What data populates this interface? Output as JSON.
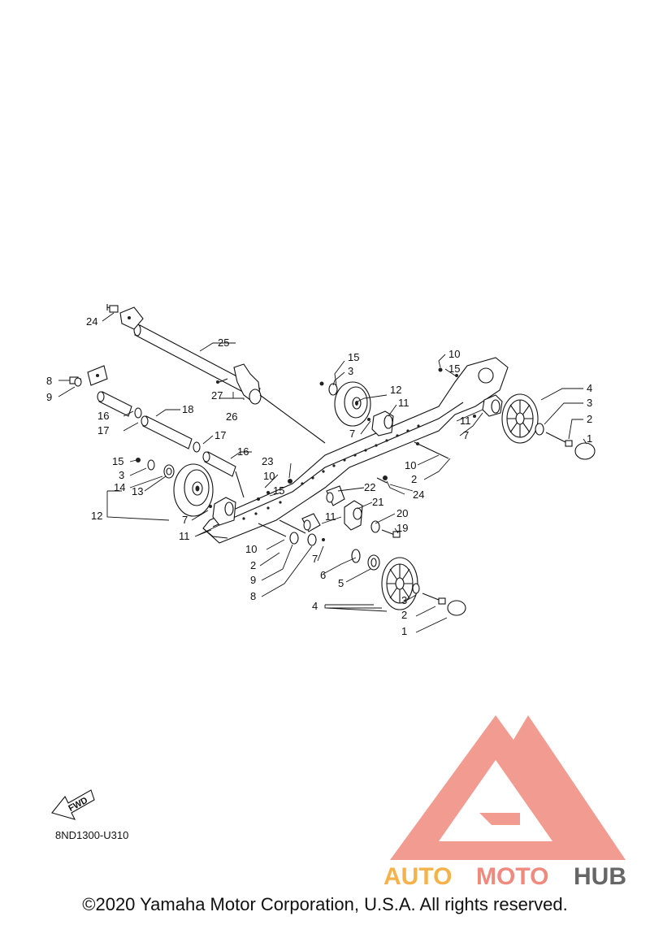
{
  "diagram": {
    "part_code": "8ND1300-U310",
    "fwd_label": "FWD",
    "callouts": [
      {
        "id": "c1",
        "label": "1"
      },
      {
        "id": "c2",
        "label": "2"
      },
      {
        "id": "c3",
        "label": "3"
      },
      {
        "id": "c4",
        "label": "4"
      },
      {
        "id": "c5",
        "label": "5"
      },
      {
        "id": "c6",
        "label": "6"
      },
      {
        "id": "c7",
        "label": "7"
      },
      {
        "id": "c8",
        "label": "8"
      },
      {
        "id": "c9",
        "label": "9"
      },
      {
        "id": "c10",
        "label": "10"
      },
      {
        "id": "c11",
        "label": "11"
      },
      {
        "id": "c12",
        "label": "12"
      },
      {
        "id": "c13",
        "label": "13"
      },
      {
        "id": "c14",
        "label": "14"
      },
      {
        "id": "c15",
        "label": "15"
      },
      {
        "id": "c16",
        "label": "16"
      },
      {
        "id": "c17",
        "label": "17"
      },
      {
        "id": "c18",
        "label": "18"
      },
      {
        "id": "c19",
        "label": "19"
      },
      {
        "id": "c20",
        "label": "20"
      },
      {
        "id": "c21",
        "label": "21"
      },
      {
        "id": "c22",
        "label": "22"
      },
      {
        "id": "c23",
        "label": "23"
      },
      {
        "id": "c24",
        "label": "24"
      },
      {
        "id": "c25",
        "label": "25"
      },
      {
        "id": "c26",
        "label": "26"
      },
      {
        "id": "c27",
        "label": "27"
      }
    ]
  },
  "watermark": {
    "part1": "AUTO",
    "part2": "MOTO",
    "part3": "HUB",
    "color_primary": "#f08a7e",
    "color_orange": "#f5b14a",
    "color_dark": "#666666"
  },
  "footer": {
    "copyright": "©2020 Yamaha Motor Corporation, U.S.A. All rights reserved."
  }
}
